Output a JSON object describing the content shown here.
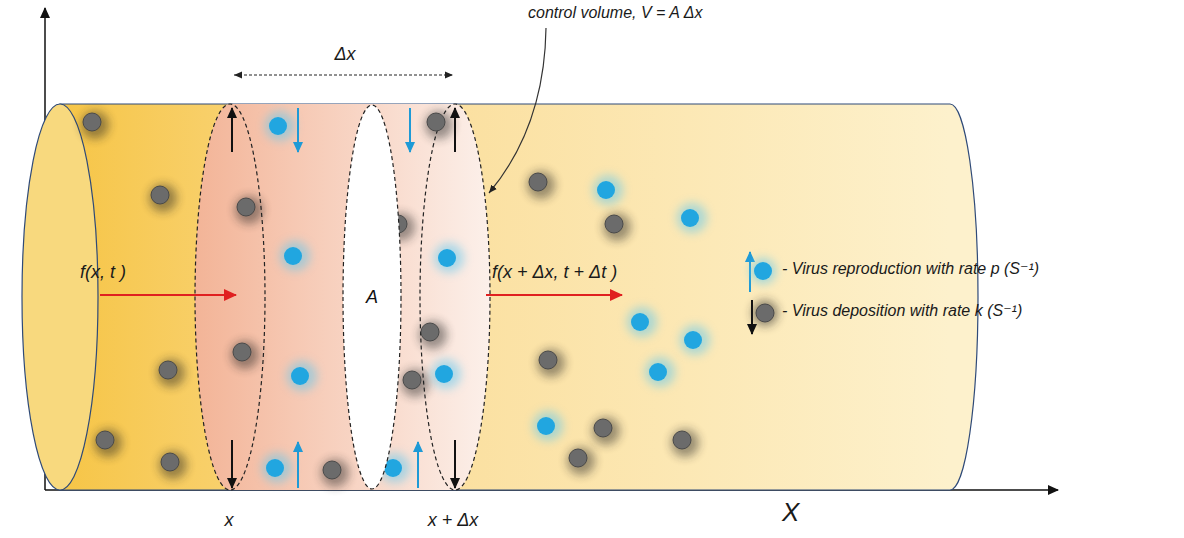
{
  "diagram": {
    "nodes": [
      {
        "text": [
          "A"
        ]
      }
    ],
    "labels": [
      "control volume, V = A Δx",
      "Δx",
      "f(x, t )",
      "f(x + Δx, t + Δt )",
      "x",
      "x + Δx",
      "X"
    ],
    "legend": [
      {
        "text": "- Virus reproduction with rate p (S⁻¹)"
      },
      {
        "text": "- Virus deposition with rate k (S⁻¹)"
      }
    ]
  }
}
